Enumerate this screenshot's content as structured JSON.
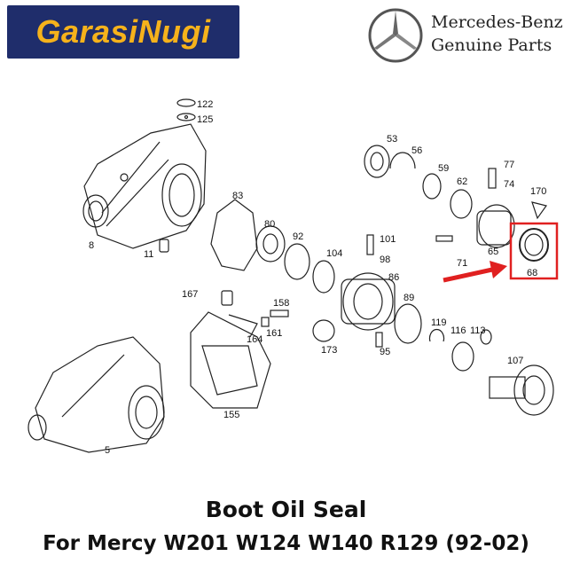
{
  "logo": {
    "text": "GarasiNugi"
  },
  "brand": {
    "name": "Mercedes-Benz",
    "subtitle": "Genuine Parts"
  },
  "product": {
    "title": "Boot Oil Seal",
    "subtitle": "For Mercy W201 W124 W140 R129 (92-02)"
  },
  "callouts": [
    "122",
    "125",
    "8",
    "11",
    "83",
    "80",
    "92",
    "53",
    "56",
    "59",
    "62",
    "77",
    "74",
    "170",
    "101",
    "98",
    "71",
    "65",
    "68",
    "104",
    "86",
    "89",
    "167",
    "158",
    "164",
    "161",
    "173",
    "95",
    "119",
    "116",
    "113",
    "107",
    "5",
    "155"
  ],
  "colors": {
    "logo_bg": "#1f2d6b",
    "logo_text": "#f6b21b",
    "highlight": "#e02020"
  }
}
